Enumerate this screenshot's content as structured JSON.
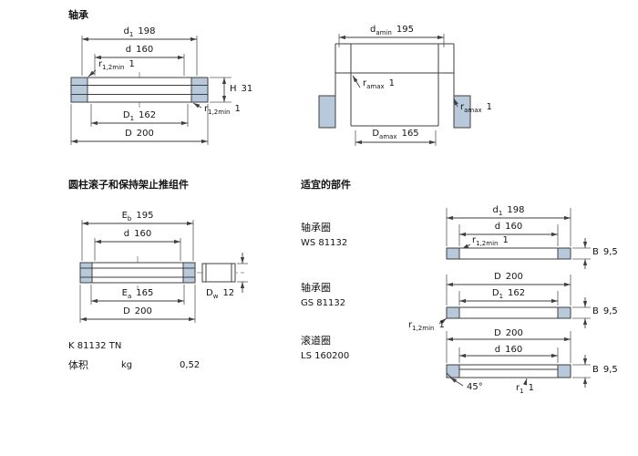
{
  "colors": {
    "background": "#ffffff",
    "line": "#3f3f3f",
    "section_fill": "#b7c9da",
    "text": "#141414"
  },
  "bearing": {
    "title": "轴承",
    "dims": {
      "d1": {
        "sym": "d",
        "sub": "1",
        "val": "198"
      },
      "d": {
        "sym": "d",
        "val": "160"
      },
      "r_top": {
        "sym": "r",
        "sub": "1,2min",
        "val": "1"
      },
      "H": {
        "sym": "H",
        "val": "31"
      },
      "r_bot": {
        "sym": "r",
        "sub": "1,2min",
        "val": "1"
      },
      "D1": {
        "sym": "D",
        "sub": "1",
        "val": "162"
      },
      "D": {
        "sym": "D",
        "val": "200"
      }
    }
  },
  "abutment": {
    "dims": {
      "da_min": {
        "sym": "d",
        "sub": "amin",
        "val": "195"
      },
      "ra_inner": {
        "sym": "r",
        "sub": "amax",
        "val": "1"
      },
      "ra_right": {
        "sym": "r",
        "sub": "amax",
        "val": "1"
      },
      "Da_max": {
        "sym": "D",
        "sub": "amax",
        "val": "165"
      }
    }
  },
  "assembly": {
    "title": "圆柱滚子和保持架止推组件",
    "dims": {
      "Eb": {
        "sym": "E",
        "sub": "b",
        "val": "195"
      },
      "d": {
        "sym": "d",
        "val": "160"
      },
      "Ea": {
        "sym": "E",
        "sub": "a",
        "val": "165"
      },
      "D": {
        "sym": "D",
        "val": "200"
      },
      "Dw": {
        "sym": "D",
        "sub": "w",
        "val": "12"
      }
    },
    "designation": "K 81132 TN",
    "mass_row": {
      "label": "体积",
      "unit": "kg",
      "value": "0,52"
    }
  },
  "components": {
    "title": "适宜的部件",
    "items": [
      {
        "type_label": "轴承圈",
        "designation": "WS 81132",
        "dims": {
          "outer": {
            "sym": "d",
            "sub": "1",
            "val": "198"
          },
          "inner": {
            "sym": "d",
            "val": "160"
          },
          "r": {
            "sym": "r",
            "sub": "1,2min",
            "val": "1"
          },
          "B": {
            "sym": "B",
            "val": "9,5"
          }
        }
      },
      {
        "type_label": "轴承圈",
        "designation": "GS 81132",
        "dims": {
          "outer": {
            "sym": "D",
            "val": "200"
          },
          "inner": {
            "sym": "D",
            "sub": "1",
            "val": "162"
          },
          "r": {
            "sym": "r",
            "sub": "1,2min",
            "val": "1"
          },
          "B": {
            "sym": "B",
            "val": "9,5"
          }
        }
      },
      {
        "type_label": "滚道圈",
        "designation": "LS 160200",
        "dims": {
          "outer": {
            "sym": "D",
            "val": "200"
          },
          "inner": {
            "sym": "d",
            "val": "160"
          },
          "chamfer": "45°",
          "r": {
            "sym": "r",
            "sub": "1",
            "val": "1"
          },
          "B": {
            "sym": "B",
            "val": "9,5"
          }
        }
      }
    ]
  }
}
